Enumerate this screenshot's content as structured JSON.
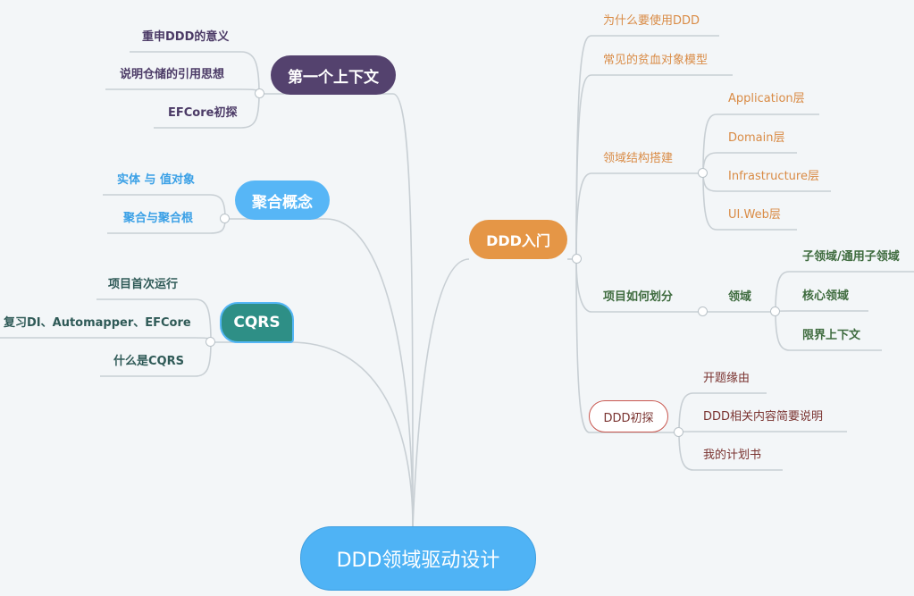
{
  "root": {
    "label": "DDD领域驱动设计"
  },
  "branches": {
    "context": {
      "label": "第一个上下文",
      "color": "#54426e",
      "items": [
        "重申DDD的意义",
        "说明仓储的引用思想",
        "EFCore初探"
      ]
    },
    "aggregate": {
      "label": "聚合概念",
      "color": "#57b6f6",
      "items": [
        "实体 与 值对象",
        "聚合与聚合根"
      ]
    },
    "cqrs": {
      "label": "CQRS",
      "color": "#2e8f86",
      "items": [
        "项目首次运行",
        "复习DI、Automapper、EFCore",
        "什么是CQRS"
      ]
    },
    "intro": {
      "label": "DDD入门",
      "color": "#e59646",
      "why": "为什么要使用DDD",
      "anemic": "常见的贫血对象模型",
      "structure": {
        "label": "领域结构搭建",
        "layers": [
          "Application层",
          "Domain层",
          "Infrastructure层",
          "UI.Web层"
        ]
      },
      "division": {
        "label": "项目如何划分",
        "domain": {
          "label": "领域",
          "items": [
            "子领域/通用子领域",
            "核心领域",
            "限界上下文"
          ]
        }
      },
      "explore": {
        "label": "DDD初探",
        "border_color": "#c9574f",
        "items": [
          "开题缘由",
          "DDD相关内容简要说明",
          "我的计划书"
        ]
      }
    }
  },
  "colors": {
    "background": "#f3f6f8",
    "line": "#c8cfd4",
    "root": "#4fb3f5"
  }
}
